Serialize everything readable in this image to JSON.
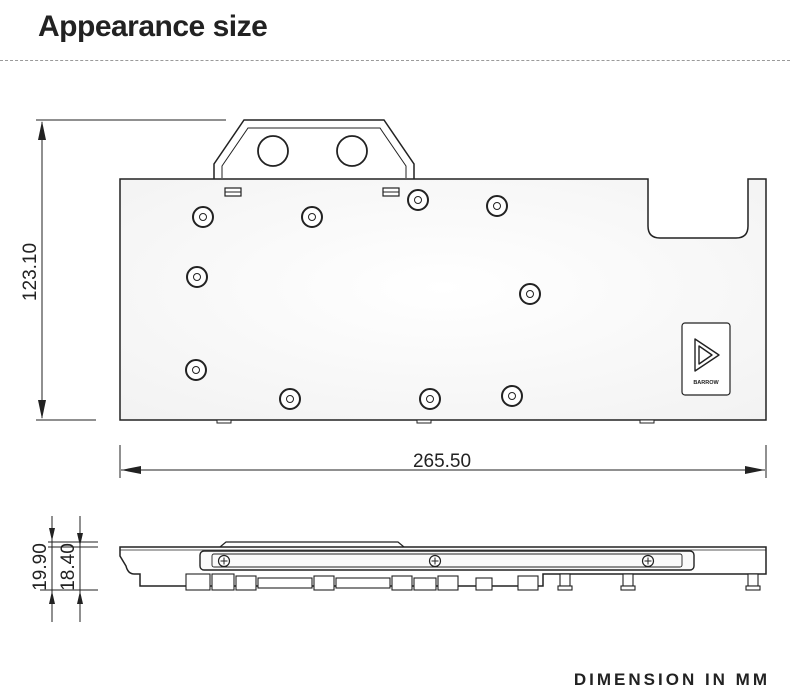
{
  "header": {
    "title": "Appearance size"
  },
  "dimensions": {
    "height": "123.10",
    "width": "265.50",
    "thickness_total": "19.90",
    "thickness_plate": "18.40"
  },
  "logo": {
    "brand": "BARROW"
  },
  "footer": {
    "note": "DIMENSION IN MM"
  }
}
